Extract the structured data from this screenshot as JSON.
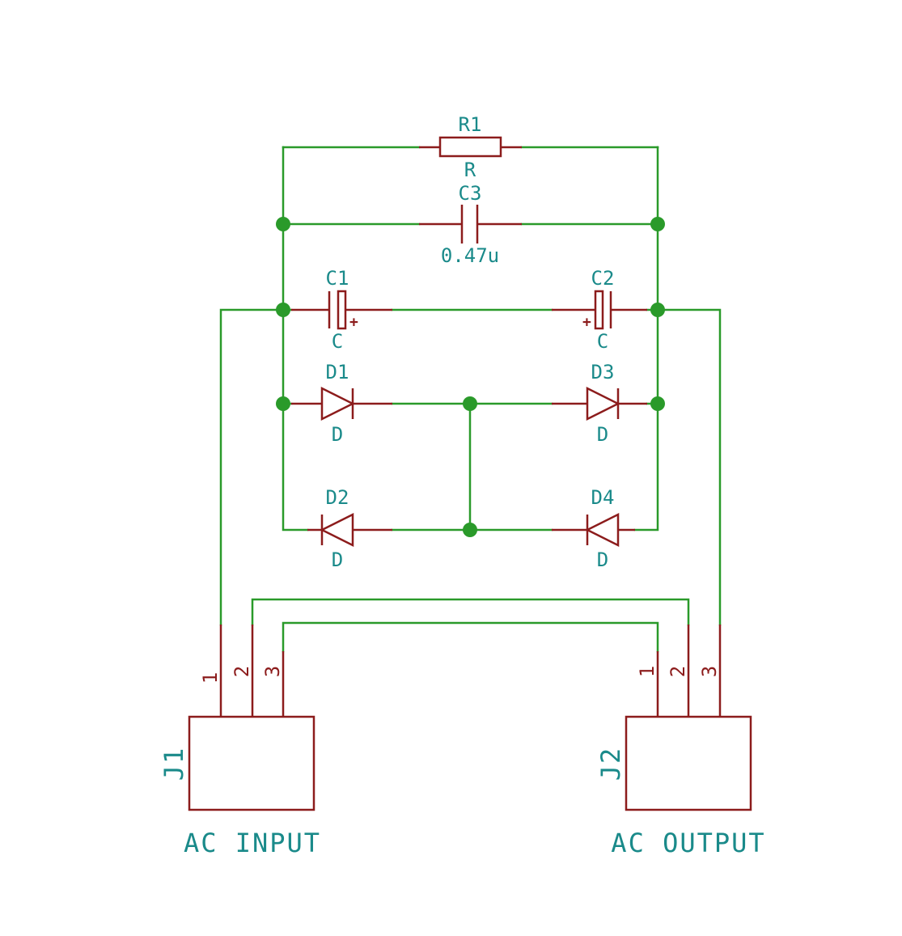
{
  "colors": {
    "wire": "#2a9a2a",
    "component": "#8c1c1c",
    "text": "#1a8a8a"
  },
  "components": {
    "r1": {
      "ref": "R1",
      "value": "R"
    },
    "c3": {
      "ref": "C3",
      "value": "0.47u"
    },
    "c1": {
      "ref": "C1",
      "value": "C",
      "polarity": "+"
    },
    "c2": {
      "ref": "C2",
      "value": "C",
      "polarity": "+"
    },
    "d1": {
      "ref": "D1",
      "value": "D"
    },
    "d2": {
      "ref": "D2",
      "value": "D"
    },
    "d3": {
      "ref": "D3",
      "value": "D"
    },
    "d4": {
      "ref": "D4",
      "value": "D"
    }
  },
  "connectors": {
    "j1": {
      "ref": "J1",
      "label": "AC INPUT",
      "pins": [
        "1",
        "2",
        "3"
      ]
    },
    "j2": {
      "ref": "J2",
      "label": "AC OUTPUT",
      "pins": [
        "1",
        "2",
        "3"
      ]
    }
  }
}
